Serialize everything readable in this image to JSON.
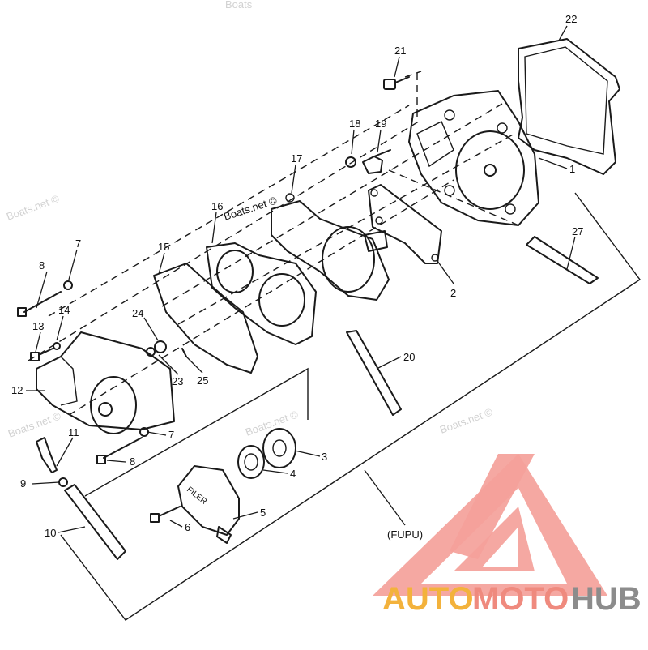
{
  "diagram": {
    "callouts": [
      "22",
      "21",
      "18",
      "19",
      "1",
      "17",
      "16",
      "27",
      "15",
      "7",
      "8",
      "2",
      "14",
      "13",
      "24",
      "20",
      "12",
      "23",
      "25",
      "11",
      "7",
      "3",
      "8",
      "4",
      "9",
      "5",
      "6",
      "10"
    ],
    "filter_label": "FILER",
    "variant_label": "(FUPU)"
  },
  "watermarks": {
    "site": "Boats.net ©",
    "site_short": "Boats"
  },
  "brand": {
    "part1": "AUTO",
    "part2": "MOTO",
    "part3": "HUB",
    "colors": {
      "auto": "#f3b23c",
      "moto": "#ef8a7e",
      "hub": "#8c8c8c",
      "logo_triangle": "#f4a19a"
    }
  }
}
